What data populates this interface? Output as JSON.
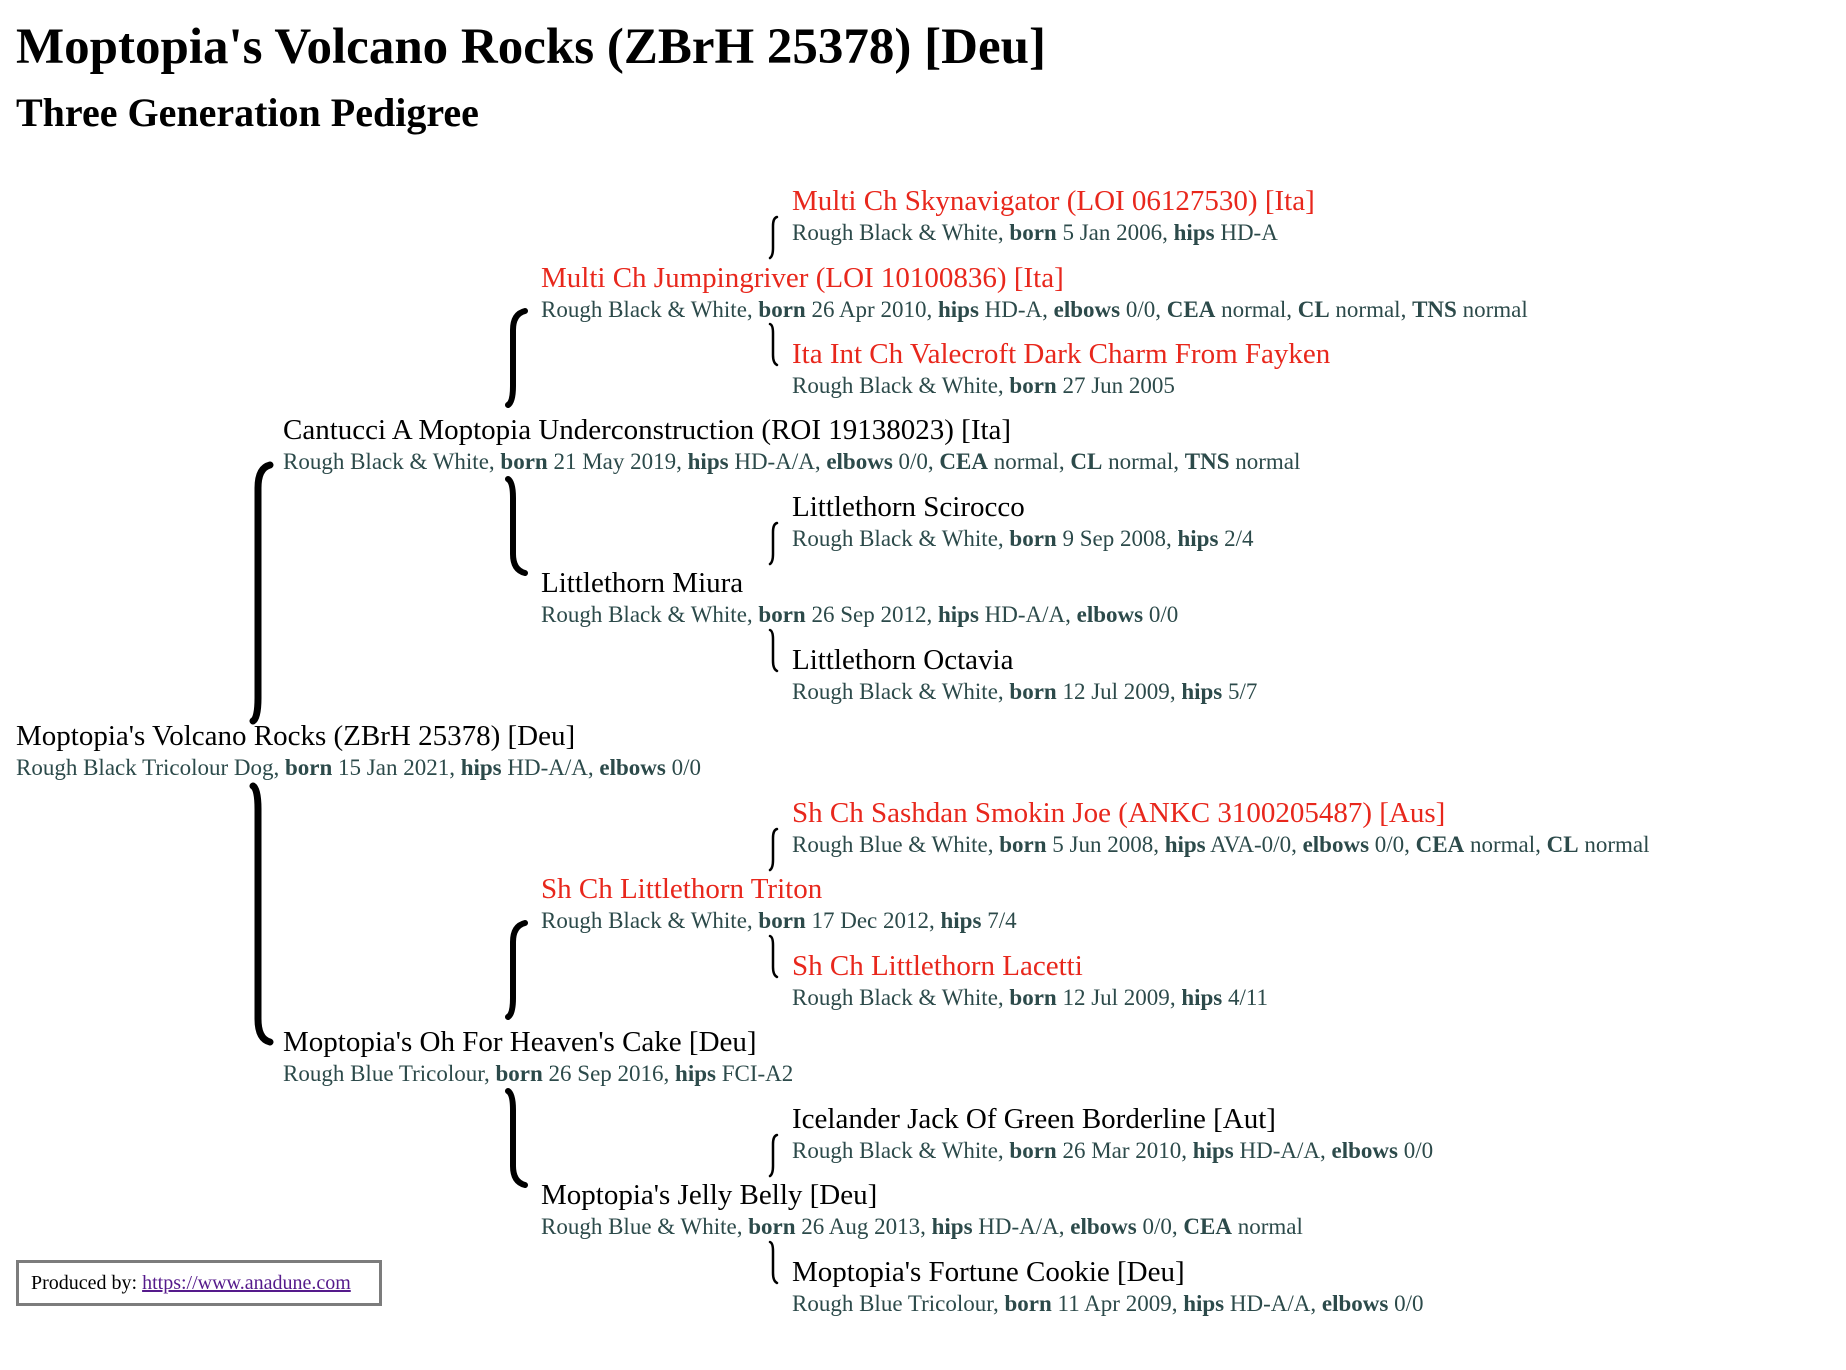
{
  "title": "Moptopia's Volcano Rocks (ZBrH 25378) [Deu]",
  "subtitle": "Three Generation Pedigree",
  "dogs": {
    "subject": {
      "name": "Moptopia's Volcano Rocks (ZBrH 25378) [Deu]",
      "champion": false,
      "coat": "Rough Black Tricolour Dog",
      "fields": [
        {
          "label": "born",
          "value": "15 Jan 2021"
        },
        {
          "label": "hips",
          "value": "HD-A/A"
        },
        {
          "label": "elbows",
          "value": "0/0"
        }
      ]
    },
    "sire": {
      "name": "Cantucci A Moptopia Underconstruction (ROI 19138023) [Ita]",
      "champion": false,
      "coat": "Rough Black & White",
      "fields": [
        {
          "label": "born",
          "value": "21 May 2019"
        },
        {
          "label": "hips",
          "value": "HD-A/A"
        },
        {
          "label": "elbows",
          "value": "0/0"
        },
        {
          "label": "CEA",
          "value": "normal"
        },
        {
          "label": "CL",
          "value": "normal"
        },
        {
          "label": "TNS",
          "value": "normal"
        }
      ]
    },
    "dam": {
      "name": "Moptopia's Oh For Heaven's Cake [Deu]",
      "champion": false,
      "coat": "Rough Blue Tricolour",
      "fields": [
        {
          "label": "born",
          "value": "26 Sep 2016"
        },
        {
          "label": "hips",
          "value": "FCI-A2"
        }
      ]
    },
    "sire_sire": {
      "name": "Multi Ch Jumpingriver (LOI 10100836) [Ita]",
      "champion": true,
      "coat": "Rough Black & White",
      "fields": [
        {
          "label": "born",
          "value": "26 Apr 2010"
        },
        {
          "label": "hips",
          "value": "HD-A"
        },
        {
          "label": "elbows",
          "value": "0/0"
        },
        {
          "label": "CEA",
          "value": "normal"
        },
        {
          "label": "CL",
          "value": "normal"
        },
        {
          "label": "TNS",
          "value": "normal"
        }
      ]
    },
    "sire_dam": {
      "name": "Littlethorn Miura",
      "champion": false,
      "coat": "Rough Black & White",
      "fields": [
        {
          "label": "born",
          "value": "26 Sep 2012"
        },
        {
          "label": "hips",
          "value": "HD-A/A"
        },
        {
          "label": "elbows",
          "value": "0/0"
        }
      ]
    },
    "dam_sire": {
      "name": "Sh Ch Littlethorn Triton",
      "champion": true,
      "coat": "Rough Black & White",
      "fields": [
        {
          "label": "born",
          "value": "17 Dec 2012"
        },
        {
          "label": "hips",
          "value": "7/4"
        }
      ]
    },
    "dam_dam": {
      "name": "Moptopia's Jelly Belly [Deu]",
      "champion": false,
      "coat": "Rough Blue & White",
      "fields": [
        {
          "label": "born",
          "value": "26 Aug 2013"
        },
        {
          "label": "hips",
          "value": "HD-A/A"
        },
        {
          "label": "elbows",
          "value": "0/0"
        },
        {
          "label": "CEA",
          "value": "normal"
        }
      ]
    },
    "sire_sire_sire": {
      "name": "Multi Ch Skynavigator (LOI 06127530) [Ita]",
      "champion": true,
      "coat": "Rough Black & White",
      "fields": [
        {
          "label": "born",
          "value": "5 Jan 2006"
        },
        {
          "label": "hips",
          "value": "HD-A"
        }
      ]
    },
    "sire_sire_dam": {
      "name": "Ita Int Ch Valecroft Dark Charm From Fayken",
      "champion": true,
      "coat": "Rough Black & White",
      "fields": [
        {
          "label": "born",
          "value": "27 Jun 2005"
        }
      ]
    },
    "sire_dam_sire": {
      "name": "Littlethorn Scirocco",
      "champion": false,
      "coat": "Rough Black & White",
      "fields": [
        {
          "label": "born",
          "value": "9 Sep 2008"
        },
        {
          "label": "hips",
          "value": "2/4"
        }
      ]
    },
    "sire_dam_dam": {
      "name": "Littlethorn Octavia",
      "champion": false,
      "coat": "Rough Black & White",
      "fields": [
        {
          "label": "born",
          "value": "12 Jul 2009"
        },
        {
          "label": "hips",
          "value": "5/7"
        }
      ]
    },
    "dam_sire_sire": {
      "name": "Sh Ch Sashdan Smokin Joe (ANKC 3100205487) [Aus]",
      "champion": true,
      "coat": "Rough Blue & White",
      "fields": [
        {
          "label": "born",
          "value": "5 Jun 2008"
        },
        {
          "label": "hips",
          "value": "AVA-0/0"
        },
        {
          "label": "elbows",
          "value": "0/0"
        },
        {
          "label": "CEA",
          "value": "normal"
        },
        {
          "label": "CL",
          "value": "normal"
        }
      ]
    },
    "dam_sire_dam": {
      "name": "Sh Ch Littlethorn Lacetti",
      "champion": true,
      "coat": "Rough Black & White",
      "fields": [
        {
          "label": "born",
          "value": "12 Jul 2009"
        },
        {
          "label": "hips",
          "value": "4/11"
        }
      ]
    },
    "dam_dam_sire": {
      "name": "Icelander Jack Of Green Borderline [Aut]",
      "champion": false,
      "coat": "Rough Black & White",
      "fields": [
        {
          "label": "born",
          "value": "26 Mar 2010"
        },
        {
          "label": "hips",
          "value": "HD-A/A"
        },
        {
          "label": "elbows",
          "value": "0/0"
        }
      ]
    },
    "dam_dam_dam": {
      "name": "Moptopia's Fortune Cookie [Deu]",
      "champion": false,
      "coat": "Rough Blue Tricolour",
      "fields": [
        {
          "label": "born",
          "value": "11 Apr 2009"
        },
        {
          "label": "hips",
          "value": "HD-A/A"
        },
        {
          "label": "elbows",
          "value": "0/0"
        }
      ]
    }
  },
  "footer": {
    "label": "Produced by:",
    "link_text": "https://www.anadune.com"
  }
}
